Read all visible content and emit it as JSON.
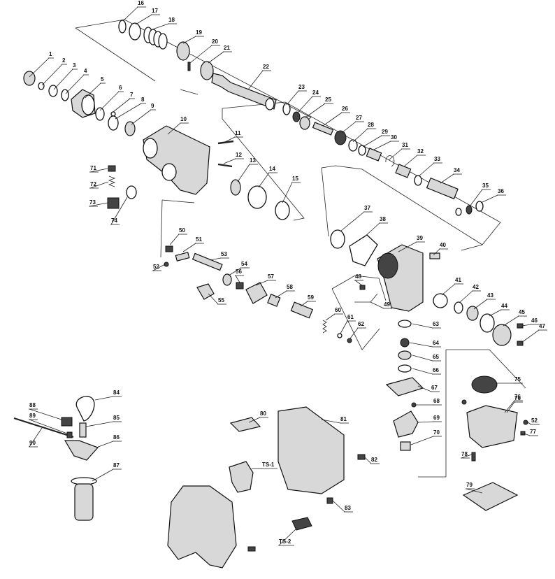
{
  "labels": [
    "1",
    "2",
    "3",
    "4",
    "5",
    "6",
    "7",
    "8",
    "9",
    "10",
    "11",
    "12",
    "13",
    "14",
    "15",
    "16",
    "17",
    "18",
    "19",
    "20",
    "21",
    "22",
    "23",
    "24",
    "25",
    "26",
    "27",
    "28",
    "29",
    "30",
    "31",
    "32",
    "33",
    "34",
    "35",
    "36",
    "37",
    "38",
    "39",
    "40",
    "41",
    "42",
    "43",
    "44",
    "45",
    "46",
    "47",
    "48",
    "49",
    "50",
    "51",
    "52",
    "53",
    "54",
    "55",
    "56",
    "57",
    "58",
    "59",
    "60",
    "61",
    "62",
    "63",
    "64",
    "65",
    "66",
    "67",
    "68",
    "69",
    "70",
    "71",
    "72",
    "73",
    "74",
    "75",
    "76",
    "77",
    "78",
    "79",
    "80",
    "81",
    "82",
    "83",
    "84",
    "85",
    "86",
    "87",
    "88",
    "89",
    "90",
    "TS-1",
    "TS-2",
    "52",
    "76"
  ]
}
